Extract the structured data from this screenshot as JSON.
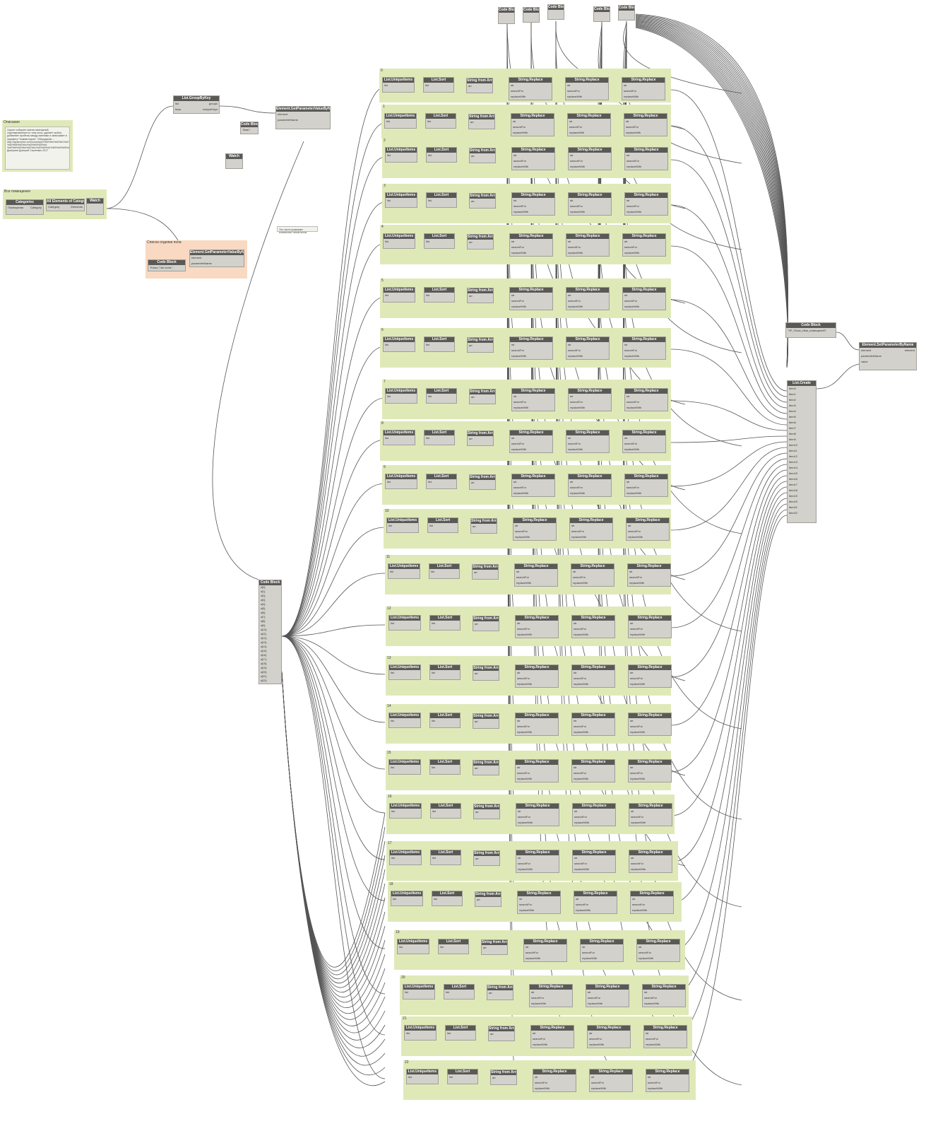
{
  "description": {
    "title": "Описание",
    "text": "Скрипт собирает имена помещений, сгруппированные по типу пола, удаляет скобки, добавляет пробелы между именами и записывает в параметр \"Комментарии\". Обсуждение – http://dynamobim.ru/forums/topic/%d0%be%d0%b1%d1%8a%d0%b5%d0%b4%d0%b8%d0%bd%d0%b5%d0%bd%d0%b8%d0%b5-%d0%b8%d0%bc%d0%b5%d0%bd-%d0%bf%d0%be%d0%bc%d0%b5%d1%89%d0%b5%d0%bd%d0%b8%d0%b9/ Дмитриев Дмитрий Сергеевич 2017"
  },
  "groups": {
    "all_rooms": "Все помещения",
    "floor_finish": "Список отделки пола",
    "note_text": "Это число указывает количество типов полов"
  },
  "nodes": {
    "categories": "Categories",
    "categories_value": "Помещения",
    "category_port": "Category",
    "all_elements": "All Elements of Category",
    "elements_port": "Elements",
    "watch": "Watch",
    "watch2": "Watch",
    "group_by_key": "List.GroupByKey",
    "groups_port": "groups",
    "unique_keys_port": "uniqueKeys",
    "list_port": "list",
    "keys_port": "keys",
    "get_param": "Element.GetParameterValueByName",
    "element_port": "element",
    "param_name_port": "parameterName",
    "code_block": "Code Block",
    "code_floor_value": "\"Класс Тип пола\";",
    "code_name_value": "\"Имя\";",
    "set_param": "Element.SetParameterByName",
    "value_port": "value",
    "set_code_value": "\"ЗР_Полы_Имя_помещений\";",
    "list_create": "List.Create",
    "unique_items": "List.UniqueItems",
    "list_sort": "List.Sort",
    "string_from_array": "String from Array",
    "string_replace": "String.Replace",
    "str_port": "str",
    "search_for_port": "searchFor",
    "replace_with_port": "replaceWith",
    "arr_port": "arr",
    "preview": "null"
  },
  "row_labels": [
    "0",
    "1",
    "2",
    "3",
    "4",
    "5",
    "6",
    "7",
    "8",
    "9",
    "10",
    "11",
    "12",
    "13",
    "14",
    "15",
    "16",
    "17",
    "18",
    "19",
    "20",
    "21",
    "22"
  ],
  "list_create_items": [
    "item0",
    "item1",
    "item2",
    "item3",
    "item4",
    "item5",
    "item6",
    "item7",
    "item8",
    "item9",
    "item10",
    "item11",
    "item12",
    "item13",
    "item14",
    "item15",
    "item16",
    "item17",
    "item18",
    "item19",
    "item20",
    "item21",
    "item22"
  ],
  "code_block_outputs": [
    "a[0];",
    "a[1];",
    "a[2];",
    "a[3];",
    "a[4];",
    "a[5];",
    "a[6];",
    "a[7];",
    "a[8];",
    "a[9];",
    "a[10];",
    "a[11];",
    "a[12];",
    "a[13];",
    "a[14];",
    "a[15];",
    "a[16];",
    "a[17];",
    "a[18];",
    "a[19];",
    "a[20];",
    "a[21];",
    "a[22];"
  ]
}
